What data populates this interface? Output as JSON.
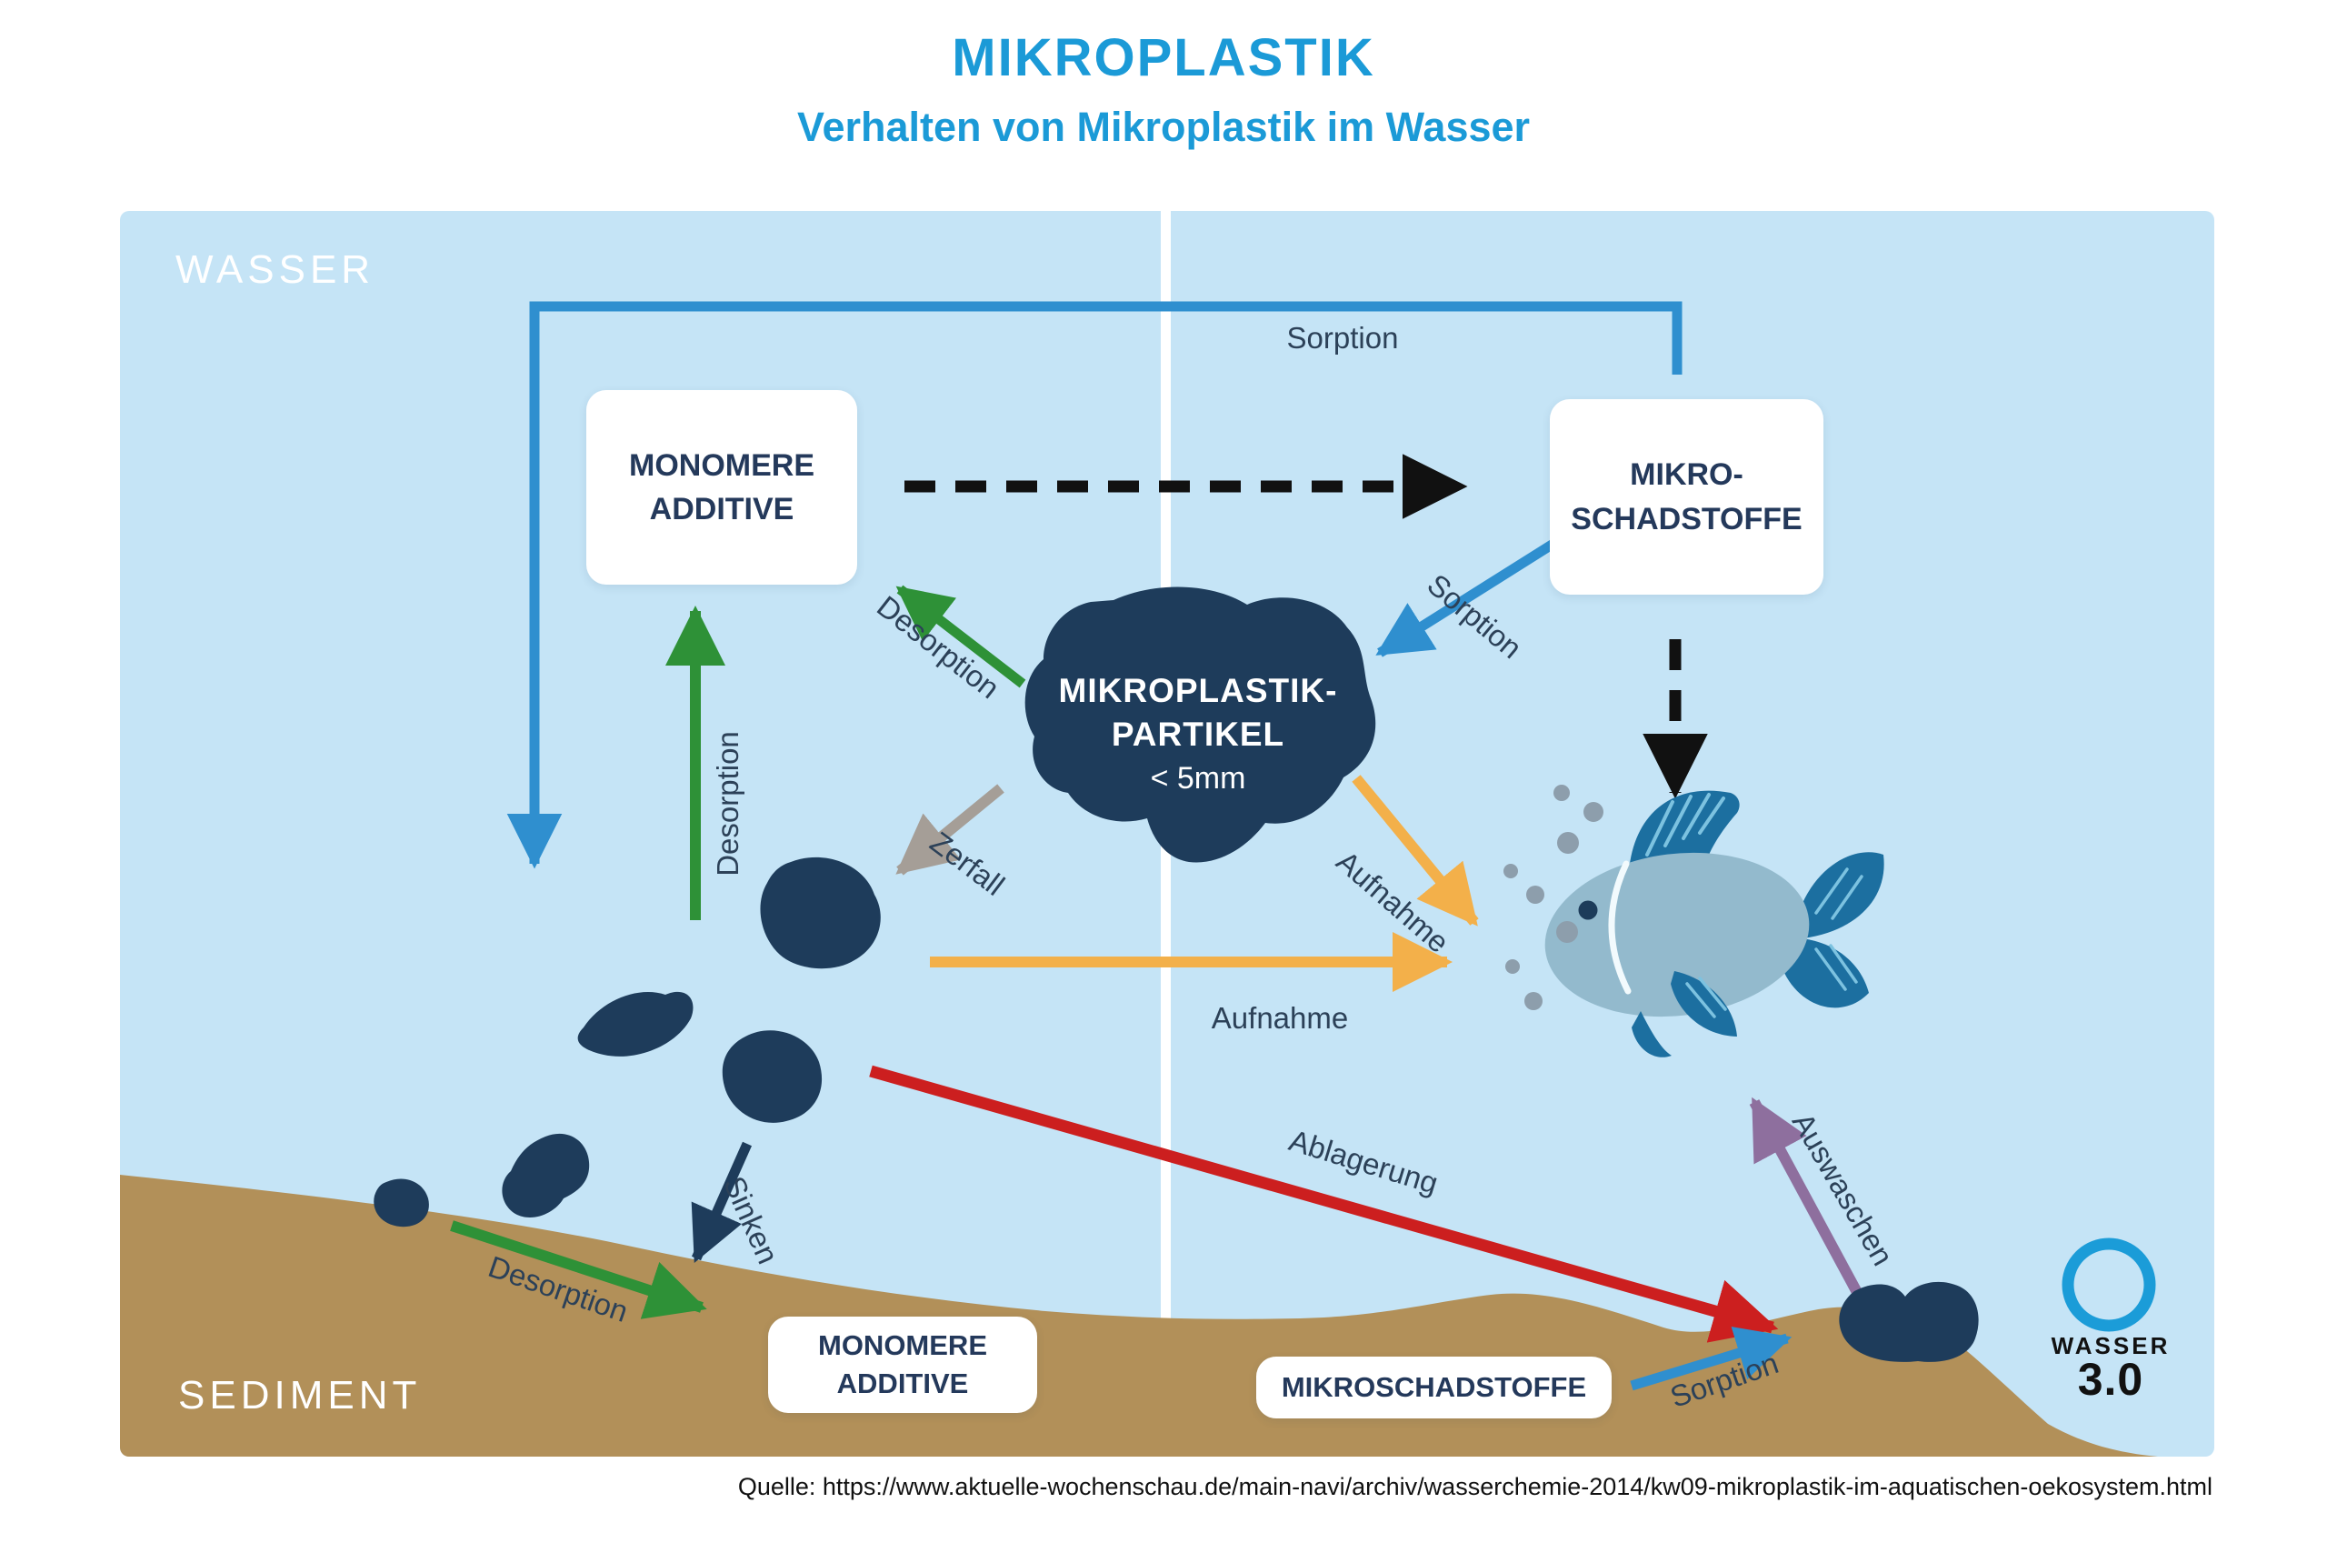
{
  "header": {
    "title": "MIKROPLASTIK",
    "subtitle": "Verhalten von Mikroplastik im Wasser"
  },
  "zones": {
    "water": "WASSER",
    "sediment": "SEDIMENT"
  },
  "boxes": {
    "monomere_water": {
      "line1": "MONOMERE",
      "line2": "ADDITIVE"
    },
    "mikro_schadstoffe": {
      "line1": "MIKRO-",
      "line2": "SCHADSTOFFE"
    },
    "monomere_sediment": {
      "line1": "MONOMERE",
      "line2": "ADDITIVE"
    },
    "mikroschadstoffe_sediment": {
      "label": "MIKROSCHADSTOFFE"
    }
  },
  "particle": {
    "line1": "MIKROPLASTIK-",
    "line2": "PARTIKEL",
    "line3": "< 5mm"
  },
  "arrows": {
    "sorption_top": "Sorption",
    "desorption_vertical": "Desorption",
    "desorption_diagonal": "Desorption",
    "zerfall": "Zerfall",
    "sorption_diagonal": "Sorption",
    "aufnahme_diagonal": "Aufnahme",
    "aufnahme_horizontal": "Aufnahme",
    "sinken": "Sinken",
    "ablagerung": "Ablagerung",
    "auswaschen": "Auswaschen",
    "desorption_sediment": "Desorption",
    "sorption_sediment": "Sorption"
  },
  "logo": {
    "brand": "WASSER",
    "version": "3.0",
    "icon": "brush-circle-icon"
  },
  "footer": {
    "source": "Quelle: https://www.aktuelle-wochenschau.de/main-navi/archiv/wasserchemie-2014/kw09-mikroplastik-im-aquatischen-oekosystem.html"
  },
  "colors": {
    "title_blue": "#1b9ad7",
    "water_blue": "#c5e4f6",
    "sediment_brown": "#b29059",
    "particle_navy": "#1e3c5b",
    "arrow_blue": "#2f8fcf",
    "arrow_green": "#2e9137",
    "arrow_gray": "#a59e97",
    "arrow_orange": "#f3b04a",
    "arrow_red": "#cc1f1f",
    "arrow_purple": "#8e6f9e",
    "arrow_black": "#111111",
    "fish_body": "#93bacd",
    "fish_fin": "#1c6fa0",
    "bubble_gray": "#8d9eac",
    "box_text": "#24395b",
    "label_text": "#2c4158"
  }
}
